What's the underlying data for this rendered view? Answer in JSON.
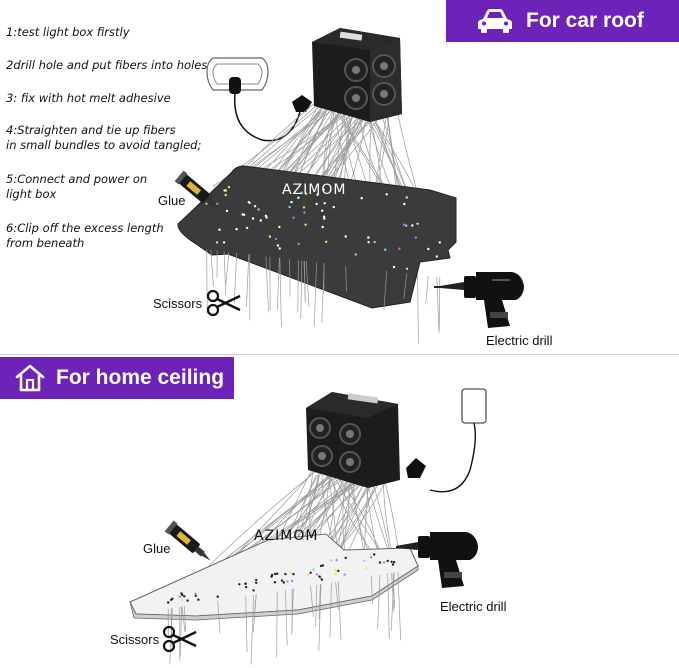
{
  "car_roof": {
    "banner_label": "For car roof",
    "banner_icon": "car-icon",
    "steps": [
      "1:test light box firstly",
      "2drill hole and put fibers into holes",
      "3: fix with hot melt adhesive",
      "4:Straighten and tie up fibers",
      "in small bundles to avoid tangled;",
      "5:Connect and power on",
      "light box",
      "6:Clip off the excess length",
      "from beneath"
    ],
    "brand": "AZIMOM",
    "glue_label": "Glue",
    "scissors_label": "Scissors",
    "drill_label": "Electric drill"
  },
  "home_ceiling": {
    "banner_label": "For home ceiling",
    "banner_icon": "house-icon",
    "brand": "AZIMOM",
    "glue_label": "Glue",
    "scissors_label": "Scissors",
    "drill_label": "Electric drill"
  },
  "colors": {
    "banner_bg": "#6d22b8",
    "banner_text": "#ffffff",
    "light_box": "#1c1c1c"
  }
}
